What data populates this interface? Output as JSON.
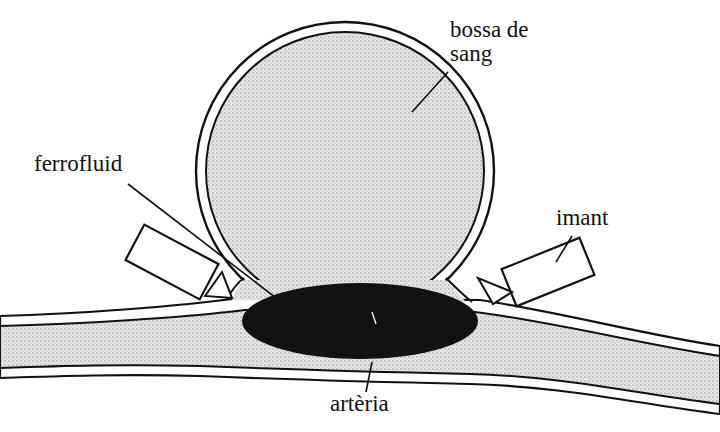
{
  "diagram": {
    "labels": [
      "bossa de sang",
      "ferrofluid",
      "imant",
      "artèria"
    ]
  }
}
